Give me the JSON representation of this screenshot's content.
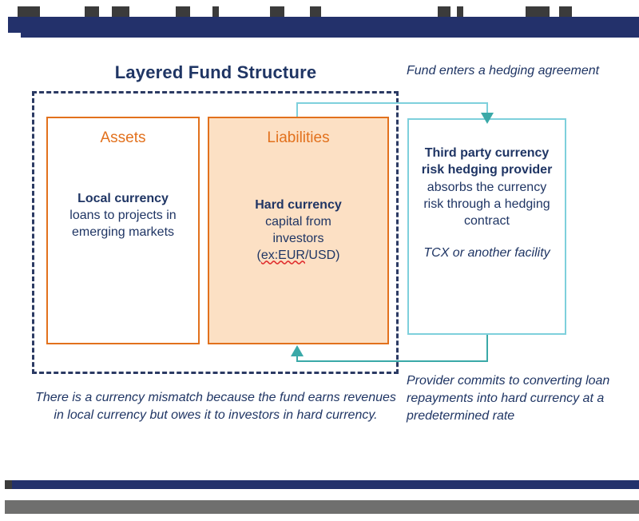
{
  "slide": {
    "title": "Layered Fund Structure",
    "colors": {
      "navy": "#1f3564",
      "header_navy": "#23316b",
      "orange": "#e2711d",
      "liabilities_fill": "#fce0c4",
      "teal": "#7ed0dc",
      "arrow_teal": "#3aa9a8",
      "gray_bar": "#6f6f6e",
      "spellcheck_red": "#e03030"
    }
  },
  "balance_sheet": {
    "assets": {
      "heading": "Assets",
      "strong": "Local currency",
      "body": "loans to projects in emerging markets"
    },
    "liabilities": {
      "heading": "Liabilities",
      "strong": "Hard currency",
      "body_line1": "capital from",
      "body_line2": "investors",
      "body_line3_prefix": "(",
      "body_line3_misspelled": "ex:EUR",
      "body_line3_suffix": "/USD)"
    }
  },
  "provider": {
    "strong": "Third party currency risk hedging provider",
    "body": " absorbs the currency risk through a hedging contract",
    "note": "TCX or another facility"
  },
  "annotations": {
    "top_right": "Fund enters a hedging agreement",
    "bottom_right": "Provider commits to converting loan repayments into hard currency at a predetermined rate",
    "bottom_left": "There is a currency mismatch because the fund earns revenues in local currency but owes it to investors in hard currency."
  }
}
